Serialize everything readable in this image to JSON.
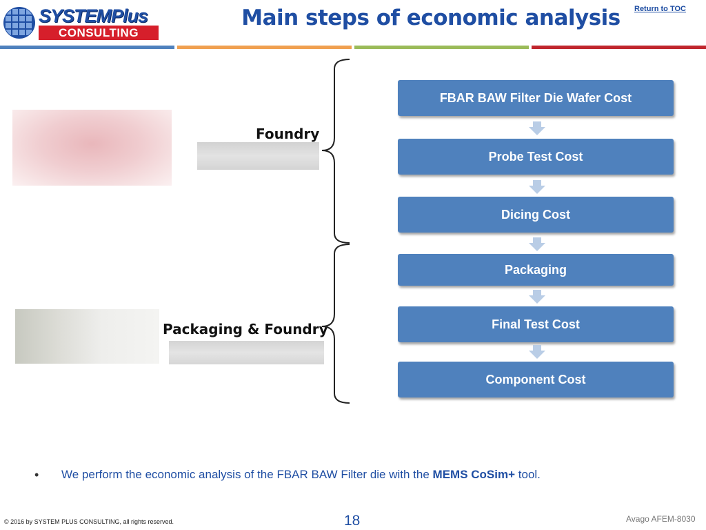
{
  "header": {
    "logo_line1": "SYSTEMPlus",
    "logo_line2": "CONSULTING",
    "title": "Main steps of economic analysis",
    "toc_link": "Return to TOC"
  },
  "colors": {
    "title_blue": "#1f4ea3",
    "step_fill": "#4f81bd",
    "stripes": [
      "#4f81bd",
      "#f0a050",
      "#9bbb59",
      "#c0262d"
    ]
  },
  "left_groups": [
    {
      "label": "Foundry"
    },
    {
      "label": "Packaging & Foundry"
    }
  ],
  "steps": [
    {
      "label": "FBAR BAW Filter Die Wafer Cost"
    },
    {
      "label": "Probe Test Cost"
    },
    {
      "label": "Dicing Cost"
    },
    {
      "label": "Packaging"
    },
    {
      "label": "Final Test Cost"
    },
    {
      "label": "Component  Cost"
    }
  ],
  "bullet": {
    "marker": "•",
    "text_before": "We perform the economic analysis of the FBAR BAW Filter die with the ",
    "text_bold": "MEMS CoSim+",
    "text_after": " tool."
  },
  "footer": {
    "copyright": "© 2016 by SYSTEM PLUS CONSULTING, all rights reserved.",
    "page_number": "18",
    "reference": "Avago AFEM-8030"
  }
}
